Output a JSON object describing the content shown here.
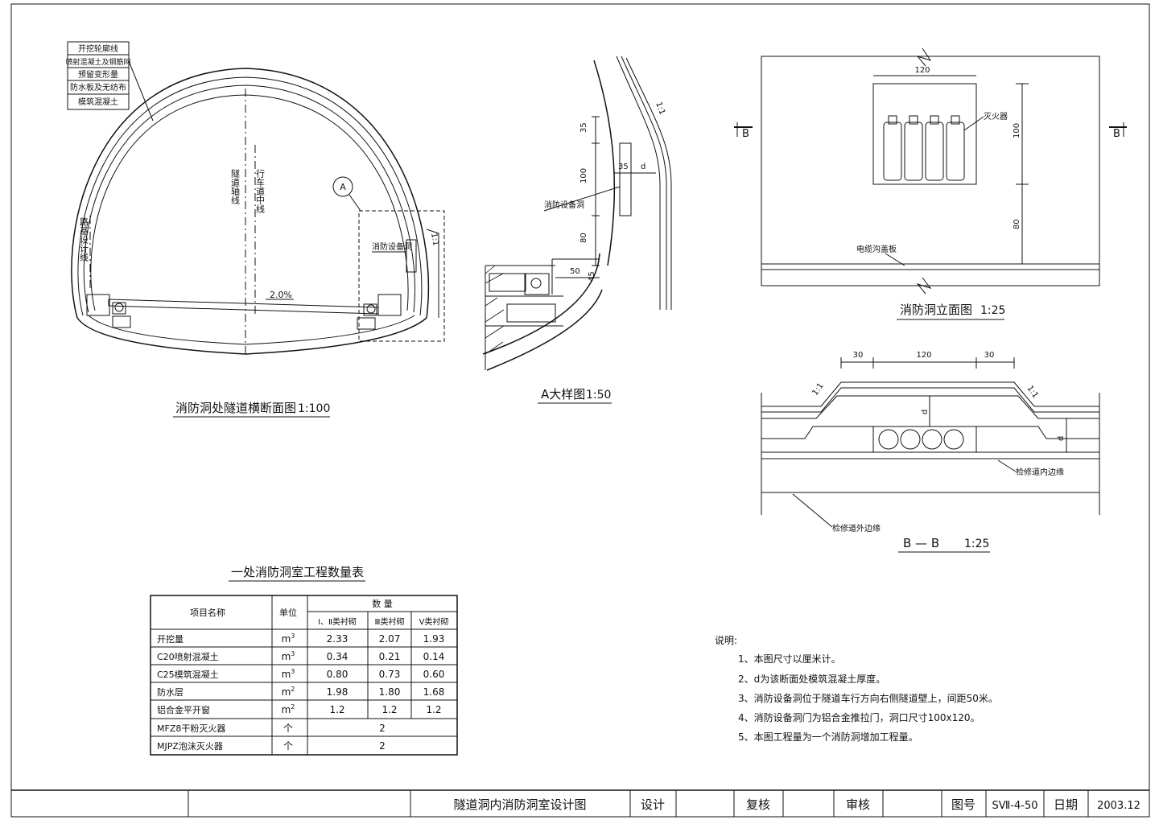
{
  "cross_section": {
    "title": "消防洞处隧道横断面图",
    "scale": "1:100",
    "layer_labels": [
      "开挖轮廓线",
      "喷射混凝土及钢筋网",
      "预留变形量",
      "防水板及无纺布",
      "模筑混凝土"
    ],
    "axis_label": "隧道轴线",
    "lane_center_label": "行车道中线",
    "road_design_line_label": "路基设计线",
    "slope_label": "2.0%",
    "detail_marker": "A",
    "niche_label": "消防设备洞",
    "grade_label": "1:1"
  },
  "detail_a": {
    "title": "A大样图",
    "scale": "1:50",
    "niche_label": "消防设备洞",
    "dims": [
      "35",
      "100",
      "80",
      "35",
      "d",
      "50",
      "45"
    ],
    "grade_label": "1:1"
  },
  "elevation": {
    "title": "消防洞立面图",
    "scale": "1:25",
    "dim_width": "120",
    "dim_height": "100",
    "dim_base": "80",
    "extinguisher_label": "灭火器",
    "cable_label": "电缆沟盖板",
    "section_marks": [
      "B",
      "B"
    ]
  },
  "section_bb": {
    "title": "B — B",
    "scale": "1:25",
    "dims": [
      "30",
      "120",
      "30"
    ],
    "d_label": "d",
    "grade_label": "1:1",
    "inner_edge_label": "检修道内边缘",
    "outer_edge_label": "检修道外边缘"
  },
  "quantity_table": {
    "title": "一处消防洞室工程数量表",
    "header_item": "项目名称",
    "header_unit": "单位",
    "header_qty": "数    量",
    "sub_headers": [
      "Ⅰ、Ⅱ类衬砌",
      "Ⅲ类衬砌",
      "Ⅴ类衬砌"
    ],
    "rows": [
      {
        "name": "开挖量",
        "unit": "m",
        "sup": "3",
        "v": [
          "2.33",
          "2.07",
          "1.93"
        ]
      },
      {
        "name": "C20喷射混凝土",
        "unit": "m",
        "sup": "3",
        "v": [
          "0.34",
          "0.21",
          "0.14"
        ]
      },
      {
        "name": "C25模筑混凝土",
        "unit": "m",
        "sup": "3",
        "v": [
          "0.80",
          "0.73",
          "0.60"
        ]
      },
      {
        "name": "防水层",
        "unit": "m",
        "sup": "2",
        "v": [
          "1.98",
          "1.80",
          "1.68"
        ]
      },
      {
        "name": "铝合金平开窗",
        "unit": "m",
        "sup": "2",
        "v": [
          "1.2",
          "1.2",
          "1.2"
        ]
      },
      {
        "name": "MFZ8干粉灭火器",
        "unit": "个",
        "sup": "",
        "merged": "2"
      },
      {
        "name": "MJPZ泡沫灭火器",
        "unit": "个",
        "sup": "",
        "merged": "2"
      }
    ]
  },
  "notes": {
    "heading": "说明:",
    "items": [
      "1、本图尺寸以厘米计。",
      "2、d为该断面处模筑混凝土厚度。",
      "3、消防设备洞位于隧道车行方向右侧隧道壁上，间距50米。",
      "4、消防设备洞门为铝合金推拉门，洞口尺寸100x120。",
      "5、本图工程量为一个消防洞增加工程量。"
    ]
  },
  "title_block": {
    "drawing_title": "隧道洞内消防洞室设计图",
    "design": "设计",
    "check": "复核",
    "review": "审核",
    "drawing_no_label": "图号",
    "drawing_no": "SⅦ-4-50",
    "date_label": "日期",
    "date": "2003.12"
  }
}
